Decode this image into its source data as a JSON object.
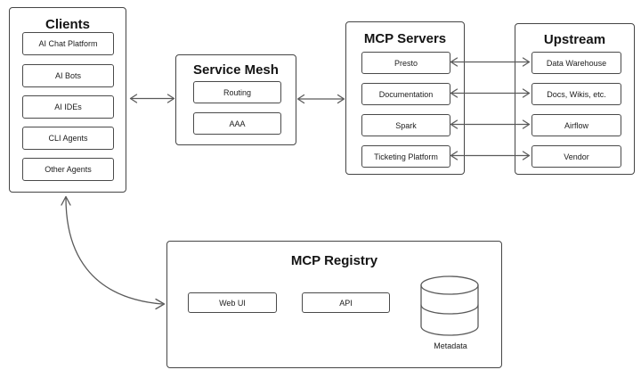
{
  "colors": {
    "background": "#ffffff",
    "box_border": "#454545",
    "node_border": "#4a4a4a",
    "arrow": "#5a5a5a",
    "text": "#141414"
  },
  "clients": {
    "title": "Clients",
    "items": [
      "AI Chat Platform",
      "AI Bots",
      "AI IDEs",
      "CLI Agents",
      "Other Agents"
    ]
  },
  "service_mesh": {
    "title": "Service Mesh",
    "items": [
      "Routing",
      "AAA"
    ]
  },
  "mcp_servers": {
    "title": "MCP Servers",
    "items": [
      "Presto",
      "Documentation",
      "Spark",
      "Ticketing Platform"
    ]
  },
  "upstream": {
    "title": "Upstream",
    "items": [
      "Data Warehouse",
      "Docs, Wikis, etc.",
      "Airflow",
      "Vendor"
    ]
  },
  "mcp_registry": {
    "title": "MCP Registry",
    "items": [
      "Web UI",
      "API"
    ],
    "datastore": {
      "icon": "database-cylinder-icon",
      "label": "Metadata"
    }
  }
}
